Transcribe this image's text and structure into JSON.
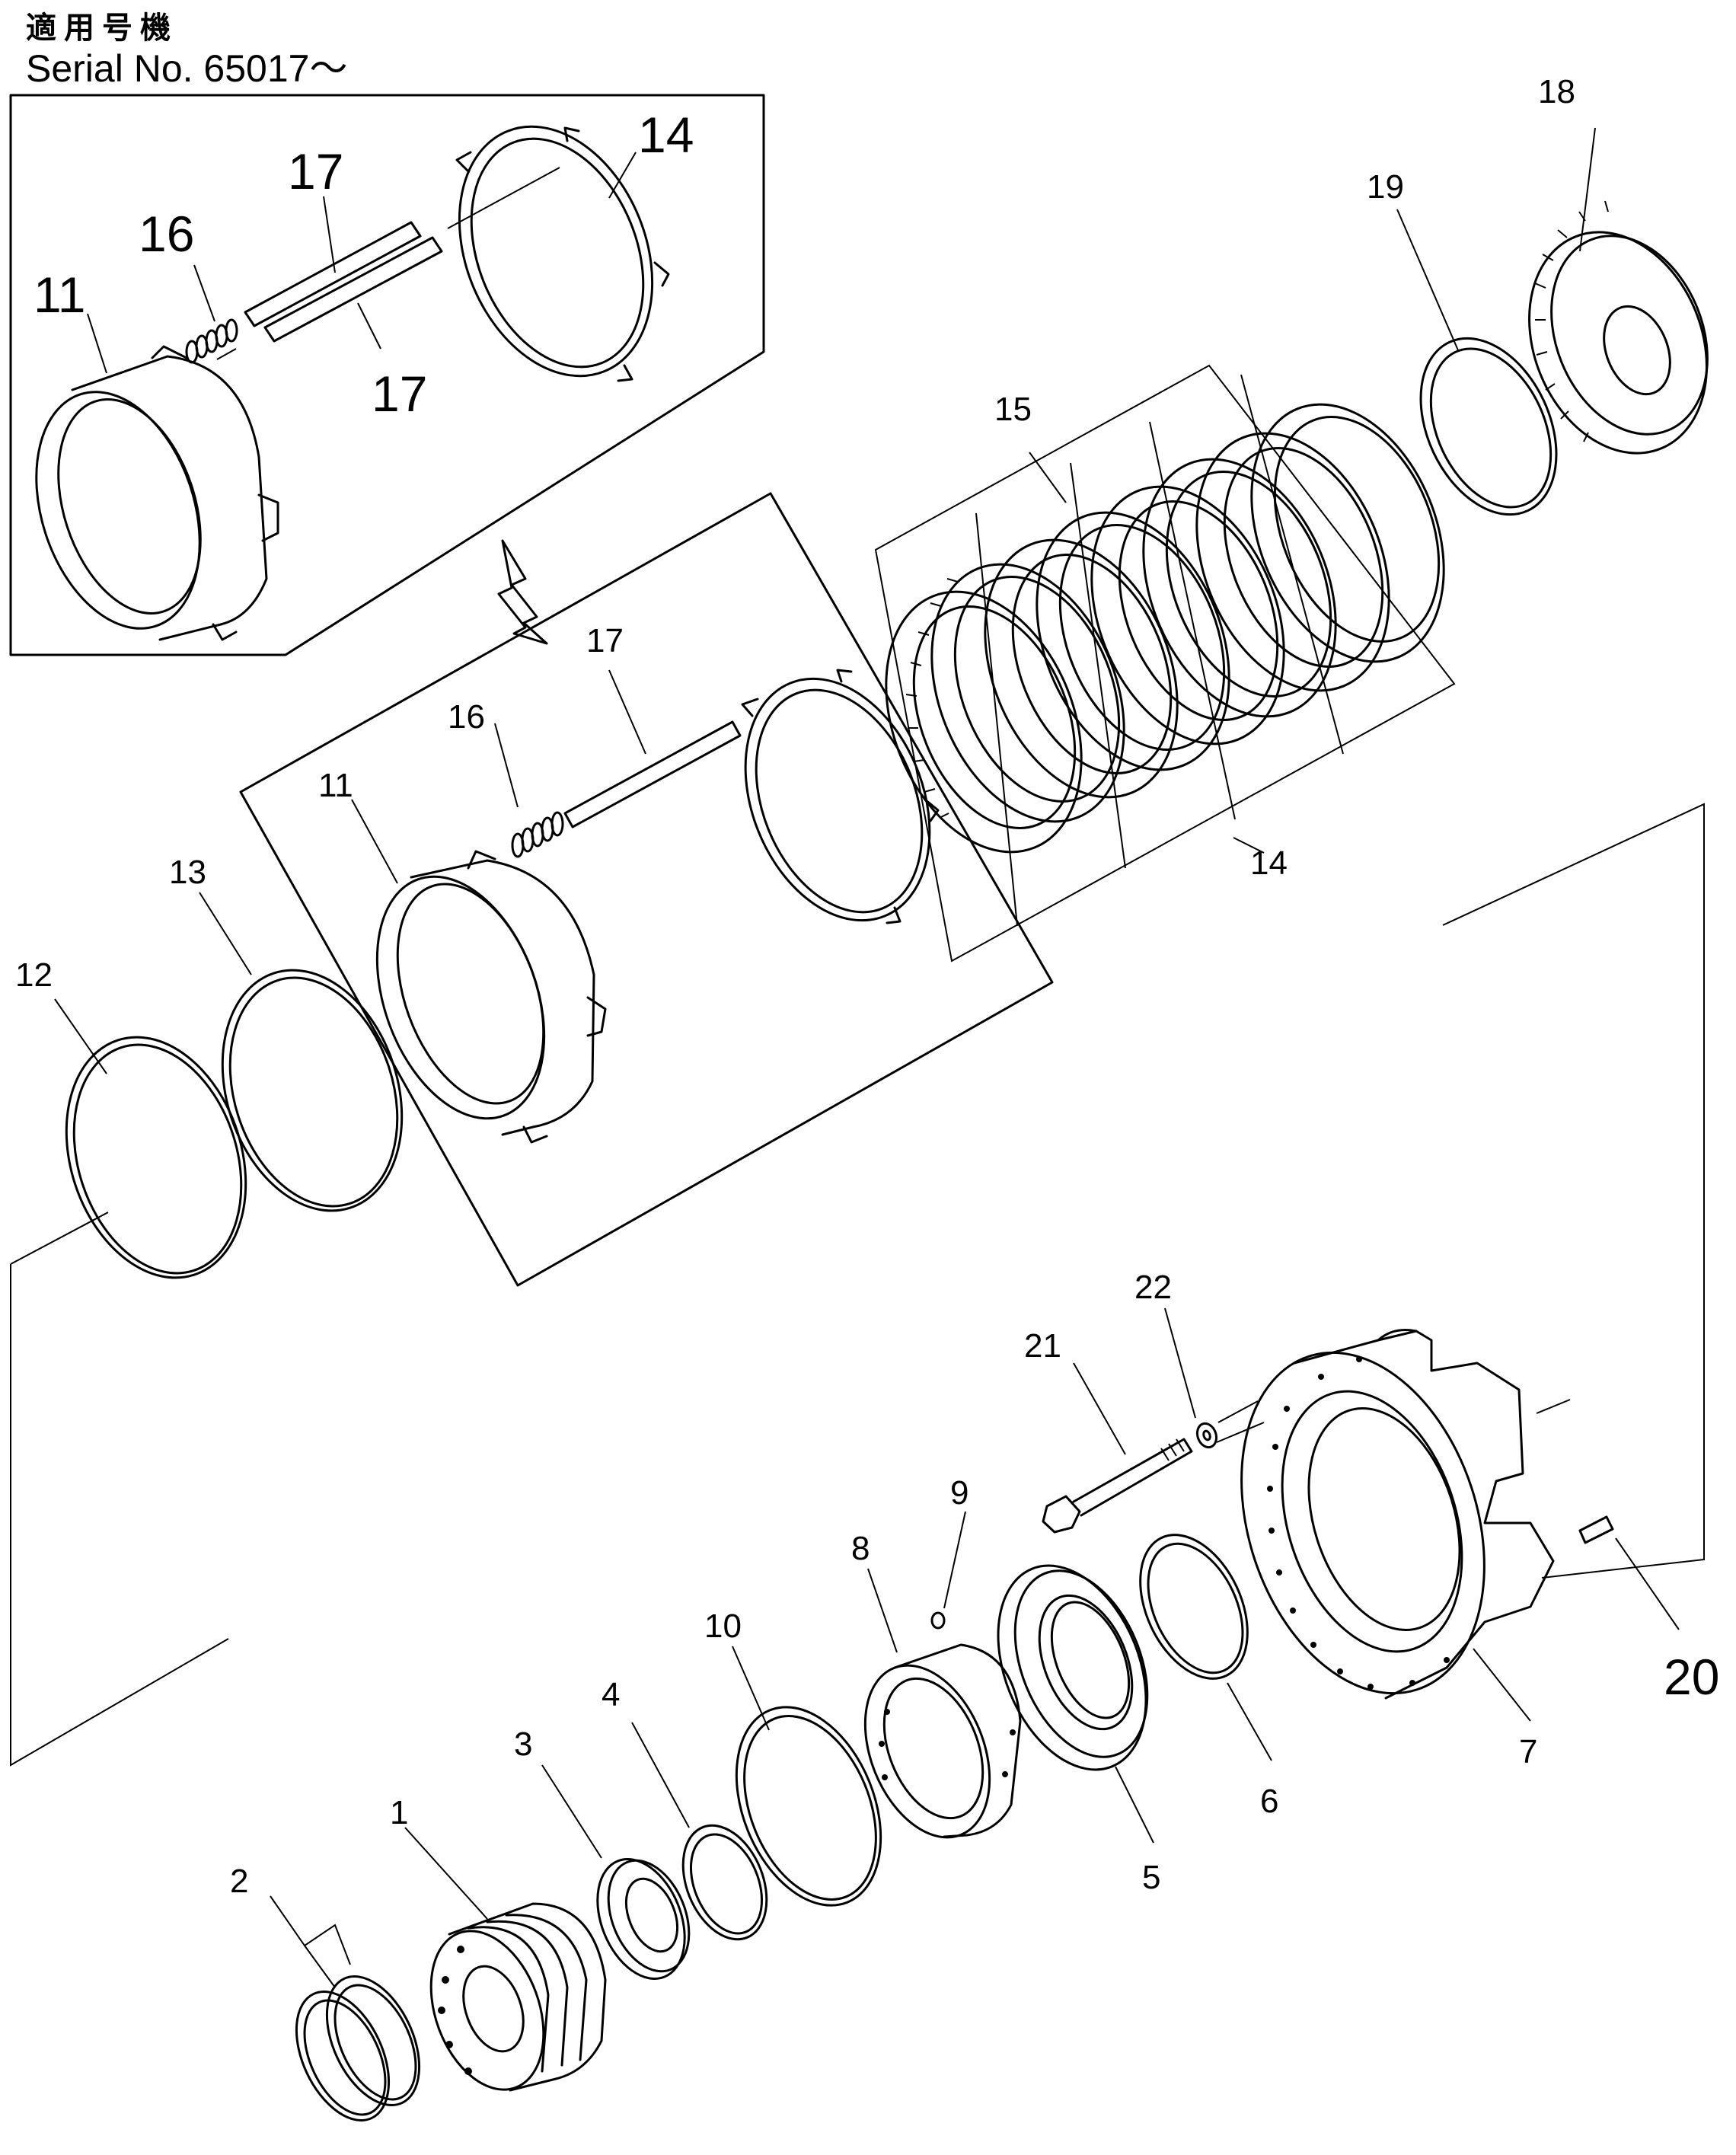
{
  "header": {
    "applicable_models_jp": "適用号機",
    "serial_text": "Serial No. 65017～"
  },
  "callouts": {
    "inset_11": "11",
    "inset_16": "16",
    "inset_17_top": "17",
    "inset_17_bottom": "17",
    "inset_14": "14",
    "mid_11": "11",
    "mid_16": "16",
    "mid_17": "17",
    "part_12": "12",
    "part_13": "13",
    "part_14": "14",
    "part_15": "15",
    "part_18": "18",
    "part_19": "19",
    "part_1": "1",
    "part_2": "2",
    "part_3": "3",
    "part_4": "4",
    "part_5": "5",
    "part_6": "6",
    "part_7": "7",
    "part_8": "8",
    "part_9": "9",
    "part_10": "10",
    "part_20": "20",
    "part_21": "21",
    "part_22": "22"
  }
}
